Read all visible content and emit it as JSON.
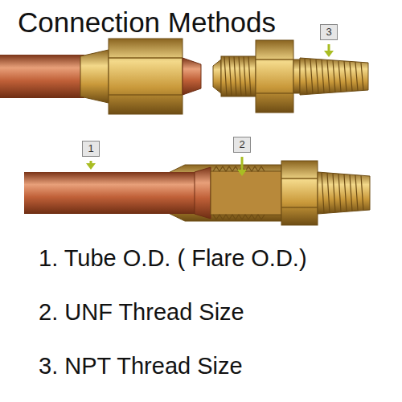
{
  "diagram": {
    "title": "Connection Methods",
    "nodes": [
      {
        "text": [
          "3"
        ]
      },
      {
        "text": [
          "1"
        ]
      },
      {
        "text": [
          "2"
        ]
      }
    ],
    "labels": [
      "1. Tube O.D. ( Flare O.D.)",
      "2. UNF Thread Size",
      "3. NPT Thread Size"
    ]
  }
}
